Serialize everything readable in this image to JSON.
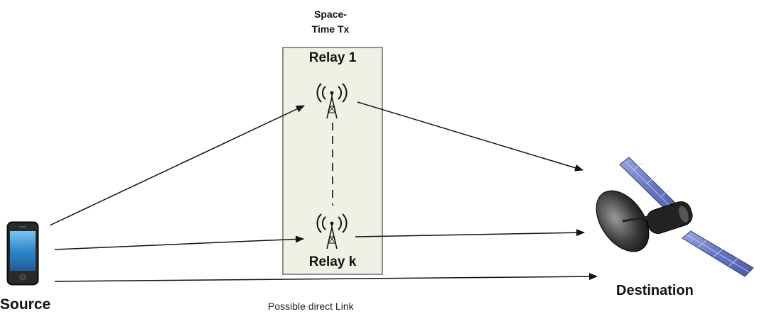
{
  "labels": {
    "space_time_line1": "Space-",
    "space_time_line2": "Time Tx",
    "relay_1": "Relay 1",
    "relay_k": "Relay k",
    "source": "Source",
    "destination": "Destination",
    "direct_link": "Possible direct Link"
  },
  "nodes": {
    "source_icon": "smartphone-icon",
    "relay_icon": "radio-tower-icon",
    "destination_icon": "satellite-icon"
  },
  "colors": {
    "relay_box_fill": "#eef1e3",
    "relay_box_stroke": "#555555",
    "phone_screen": "#2f86c9",
    "satellite_panel": "#6f7fc8",
    "link": "#111111"
  }
}
